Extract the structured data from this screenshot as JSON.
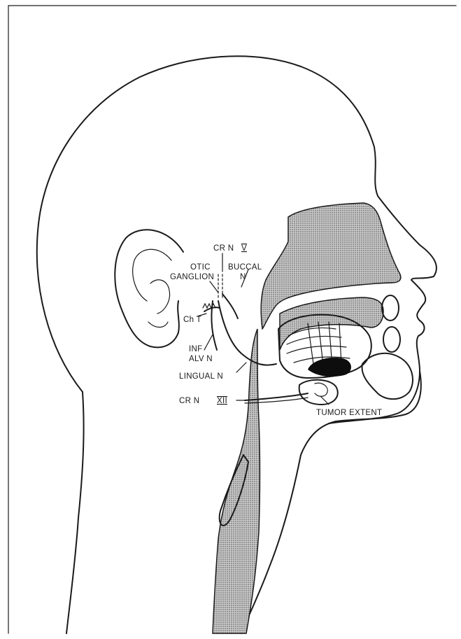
{
  "labels": {
    "cr_n_v": "CR N",
    "cr_n_v_numeral": "V",
    "otic": "OTIC",
    "ganglion": "GANGLION",
    "buccal": "BUCCAL",
    "buccal_n": "N",
    "ch_t": "Ch T",
    "inf": "INF",
    "alv_n": "ALV N",
    "lingual_n": "LINGUAL  N",
    "cr_n_xii": "CR N",
    "cr_n_xii_numeral": "XII",
    "tumor_extent": "TUMOR EXTENT"
  },
  "colors": {
    "ink": "#1a1a1a",
    "shade": "#9a9a9a",
    "tumor": "#0d0d0d"
  }
}
